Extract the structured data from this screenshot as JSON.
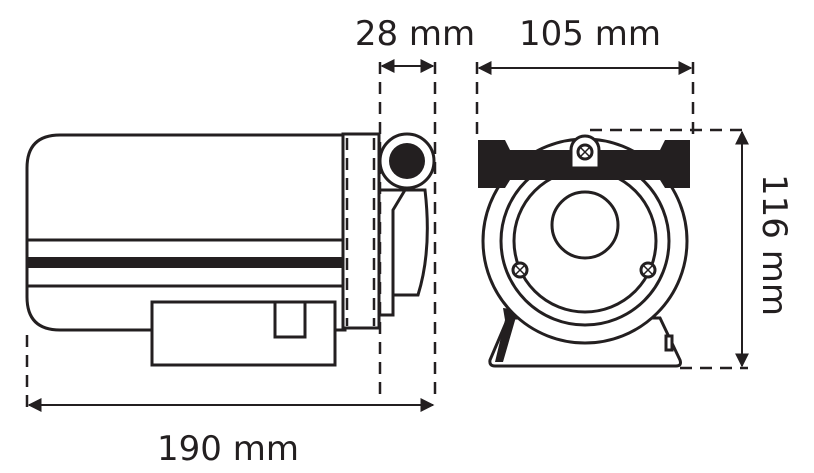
{
  "dimensions": {
    "length": "190 mm",
    "outlet_depth": "28 mm",
    "width": "105 mm",
    "height": "116 mm"
  },
  "colors": {
    "line": "#231f20",
    "background": "#ffffff"
  }
}
